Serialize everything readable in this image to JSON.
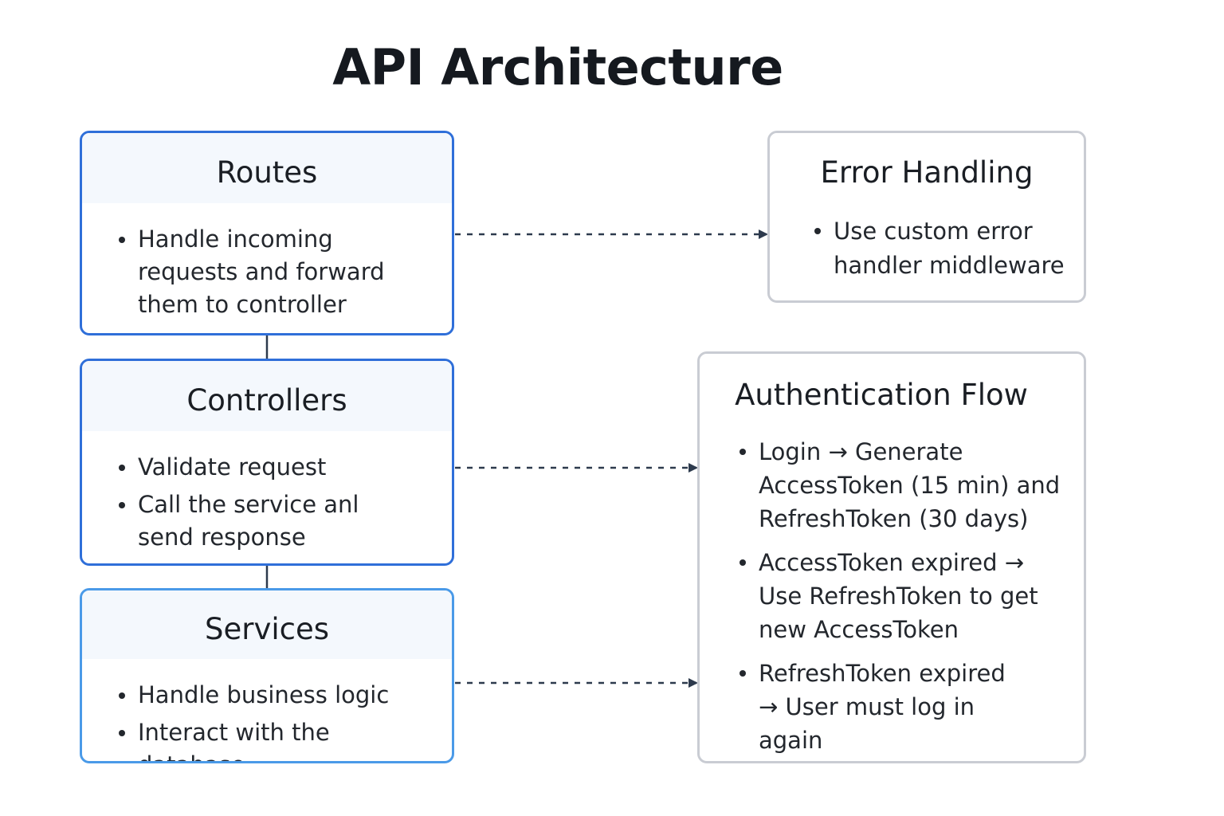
{
  "title": "API Architecture",
  "routes": {
    "heading": "Routes",
    "items": [
      "Handle incoming requests and forward them to controller"
    ]
  },
  "controllers": {
    "heading": "Controllers",
    "items": [
      "Validate request",
      "Call the service anl send response"
    ]
  },
  "services": {
    "heading": "Services",
    "items": [
      "Handle business logic",
      "Interact with the database"
    ]
  },
  "error_handling": {
    "heading": "Error Handling",
    "items": [
      "Use custom error handler middleware"
    ]
  },
  "auth_flow": {
    "heading": "Authentication Flow",
    "items": [
      "Login → Generate AccessToken (15 min) and RefreshToken (30 days)",
      "AccessToken expired → Use RefreshToken to get new AccessToken",
      "RefreshToken expired → User must log in again"
    ]
  },
  "colors": {
    "primary_border": "#2f6fd9",
    "services_border": "#4a9ae8",
    "neutral_border": "#c9ccd3",
    "header_fill": "#f4f8fd",
    "connector": "#2d3a4d"
  }
}
